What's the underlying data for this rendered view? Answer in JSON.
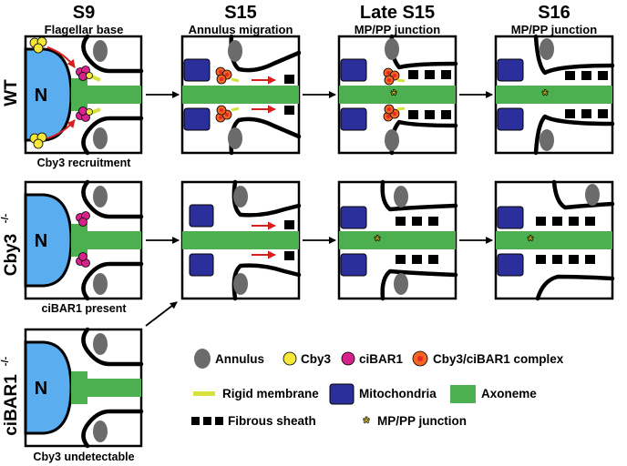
{
  "stages": [
    {
      "title": "S9",
      "subtitle": "Flagellar base"
    },
    {
      "title": "S15",
      "subtitle": "Annulus migration"
    },
    {
      "title": "Late S15",
      "subtitle": "MP/PP junction"
    },
    {
      "title": "S16",
      "subtitle": "MP/PP junction"
    }
  ],
  "rows": [
    {
      "label": "WT",
      "superscript": "",
      "caption": "Cby3 recruitment"
    },
    {
      "label": "Cby3",
      "superscript": "-/-",
      "caption": "ciBAR1 present"
    },
    {
      "label": "ciBAR1",
      "superscript": "-/-",
      "caption": "Cby3 undetectable"
    }
  ],
  "nucleus_label": "N",
  "junction_marker": "*",
  "legend": {
    "annulus": "Annulus",
    "cby3": "Cby3",
    "cibar1": "ciBAR1",
    "complex": "Cby3/ciBAR1 complex",
    "rigid_membrane": "Rigid membrane",
    "mitochondria": "Mitochondria",
    "axoneme": "Axoneme",
    "fibrous_sheath": "Fibrous sheath",
    "junction": "MP/PP junction"
  },
  "colors": {
    "nucleus": "#5aaef0",
    "axoneme": "#4caf50",
    "annulus": "#6b6b6b",
    "mitochondria": "#2b2f9b",
    "cby3": "#f5e83a",
    "cibar1": "#d6228a",
    "complex_outer": "#f26522",
    "complex_inner": "#e8262a",
    "rigid_membrane": "#d7e23a",
    "fibrous_sheath": "#000000",
    "red_arrow": "#d62020",
    "junction_star": "#f5e12a"
  }
}
